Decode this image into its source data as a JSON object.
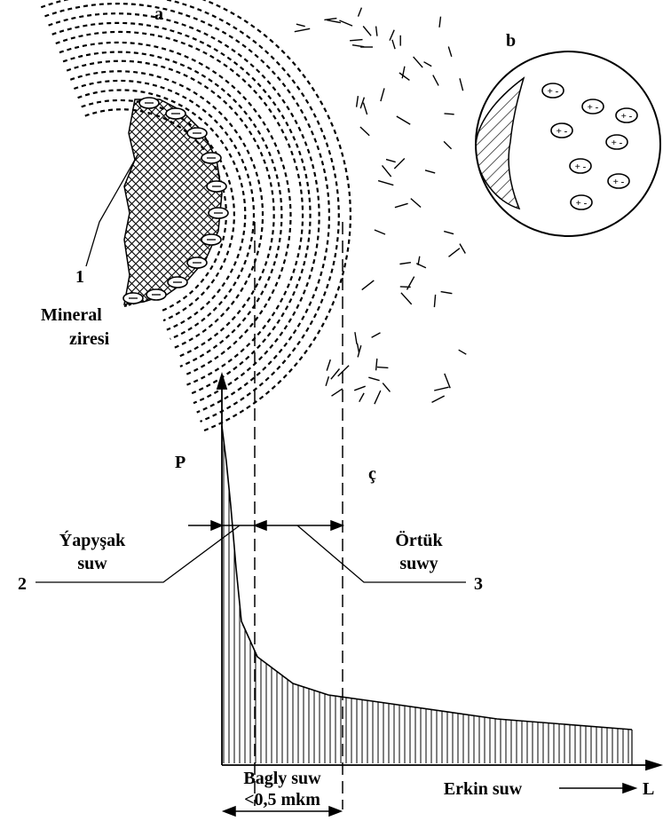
{
  "diagram": {
    "panel_labels": {
      "a": "a",
      "b": "b",
      "c": "ç"
    },
    "mineral_label_line1": "Mineral",
    "mineral_label_line2": "ziresi",
    "callouts": {
      "one": "1",
      "two": "2",
      "three": "3"
    },
    "axis": {
      "y_label": "P",
      "x_label": "L"
    },
    "adhesive_water_line1": "Ýapyşak",
    "adhesive_water_line2": "suw",
    "film_water_line1": "Örtük",
    "film_water_line2": "suwy",
    "bound_water": "Bagly suw",
    "bound_water_size": "<0,5 mkm",
    "free_water": "Erkin suw",
    "ion_symbol": "+ -"
  }
}
